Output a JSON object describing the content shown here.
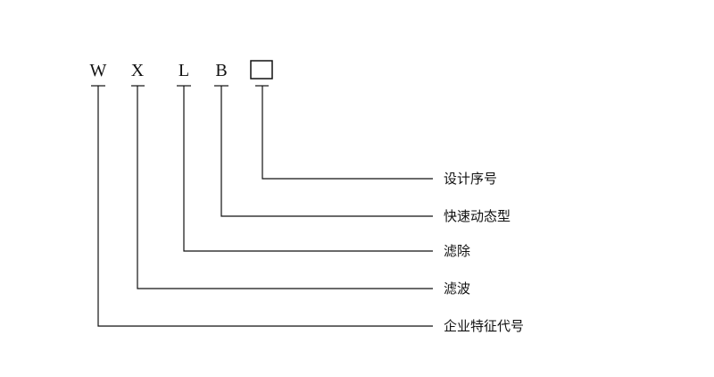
{
  "code": {
    "letters": [
      "W",
      "X",
      "L",
      "B"
    ],
    "placeholder_box": "□"
  },
  "descriptions": [
    "设计序号",
    "快速动态型",
    "滤除",
    "滤波",
    "企业特征代号"
  ],
  "colors": {
    "line": "#111111",
    "text": "#111111",
    "background": "#ffffff"
  }
}
